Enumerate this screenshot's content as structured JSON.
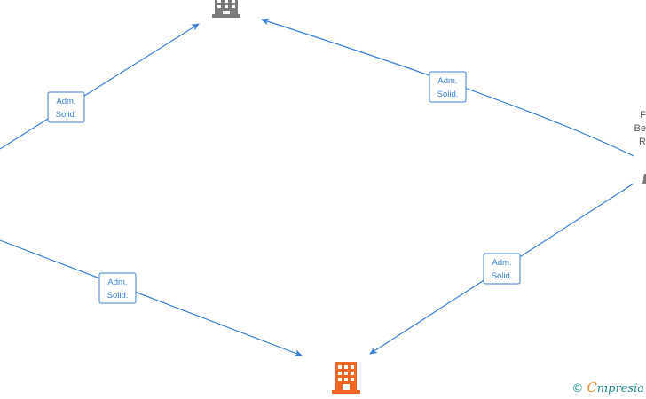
{
  "colors": {
    "edge": "#3a7fd5",
    "company_gray": "#7a7a7a",
    "company_orange": "#f26522",
    "watermark_teal": "#1f8a8a",
    "watermark_orange": "#e8922e"
  },
  "nodes": [
    {
      "id": "company-top",
      "icon": "building-icon",
      "color": "#7a7a7a"
    },
    {
      "id": "company-bottom",
      "icon": "building-icon",
      "color": "#f26522"
    },
    {
      "id": "person-right",
      "icon": "person-icon",
      "label_lines": [
        "F",
        "Be",
        "R"
      ]
    }
  ],
  "edges": [
    {
      "id": "edge-left-top",
      "label": [
        "Adm.",
        "Solid."
      ]
    },
    {
      "id": "edge-right-top",
      "label": [
        "Adm.",
        "Solid."
      ]
    },
    {
      "id": "edge-left-bottom",
      "label": [
        "Adm.",
        "Solid."
      ]
    },
    {
      "id": "edge-right-bottom",
      "label": [
        "Adm.",
        "Solid."
      ]
    }
  ],
  "watermark": {
    "copyright": "©",
    "brand_first": "C",
    "brand_rest": "mpresia"
  }
}
